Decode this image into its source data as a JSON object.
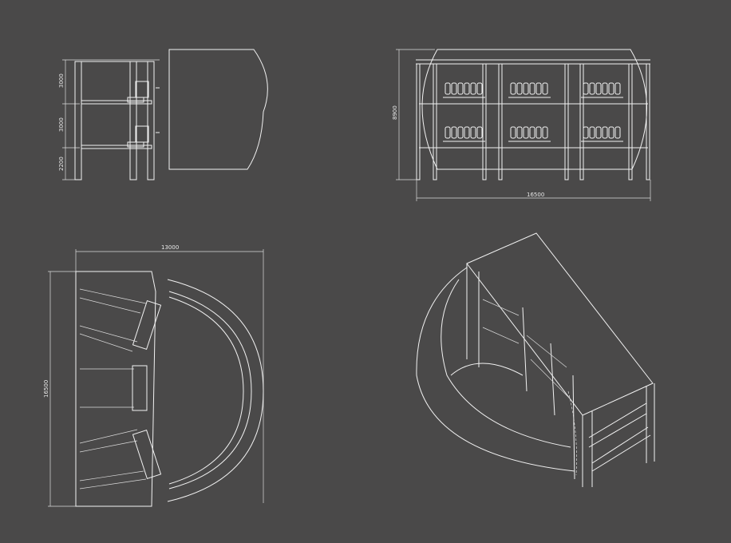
{
  "side_elevation": {
    "dims": [
      "3000",
      "3000",
      "2200"
    ]
  },
  "front_elevation": {
    "height_dim": "8900",
    "width_dim": "16500"
  },
  "plan_view": {
    "width_dim": "13000",
    "height_dim": "16500"
  },
  "colors": {
    "background": "#4a4949",
    "lines": "#f2f2f2"
  }
}
